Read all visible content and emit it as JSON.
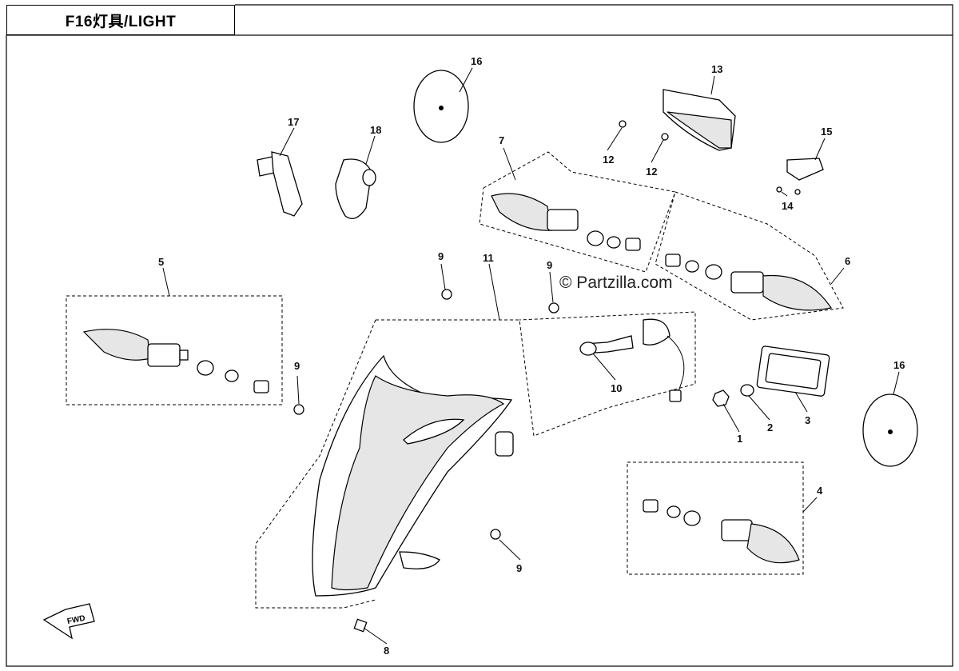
{
  "title": "F16灯具/LIGHT",
  "watermark": "© Partzilla.com",
  "fwd_text": "FWD",
  "callouts": [
    "1",
    "2",
    "3",
    "4",
    "5",
    "6",
    "7",
    "8",
    "9",
    "10",
    "11",
    "12",
    "13",
    "14",
    "15",
    "16",
    "17",
    "18"
  ]
}
